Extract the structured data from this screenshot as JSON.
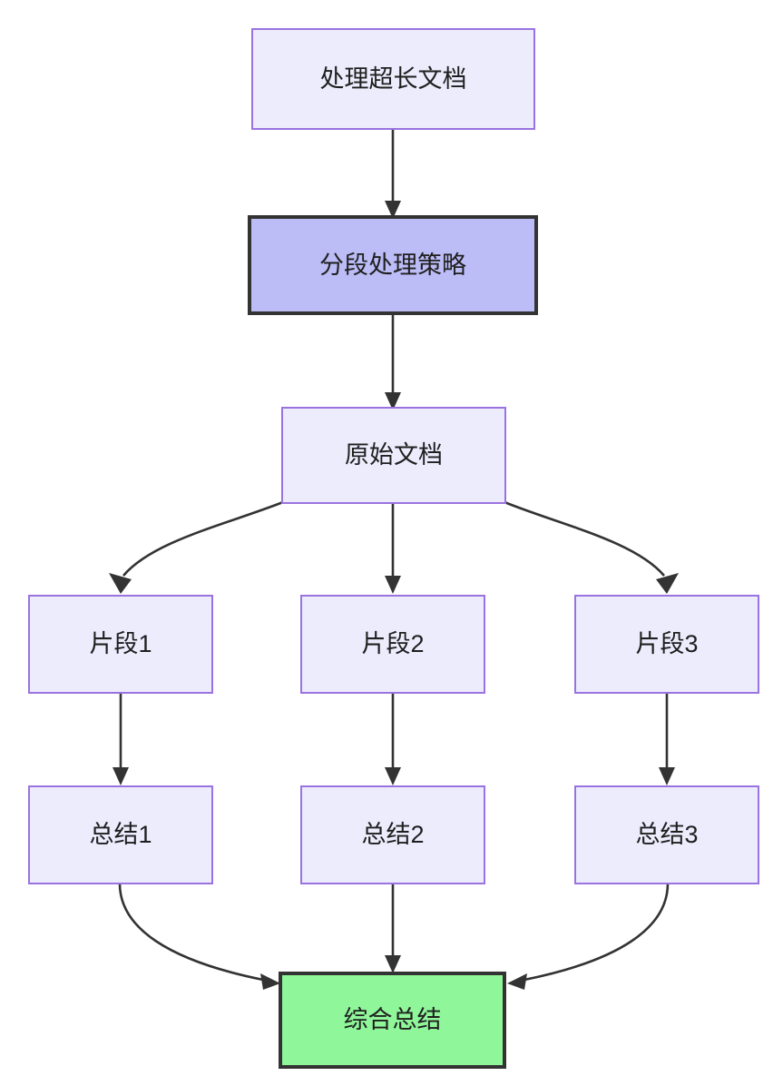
{
  "diagram": {
    "type": "flowchart",
    "direction": "top-to-bottom",
    "background_color": "#ffffff",
    "edge_color": "#333333",
    "nodes": [
      {
        "id": "long-doc",
        "label": "处理超长文档",
        "style": "default",
        "fill": "#ececfd",
        "border": "#9a73e0"
      },
      {
        "id": "chunk-strategy",
        "label": "分段处理策略",
        "style": "strategy",
        "fill": "#bcbcf7",
        "border": "#333333"
      },
      {
        "id": "source-doc",
        "label": "原始文档",
        "style": "default",
        "fill": "#ececfd",
        "border": "#9a73e0"
      },
      {
        "id": "fragment-1",
        "label": "片段1",
        "style": "default",
        "fill": "#ececfd",
        "border": "#9a73e0"
      },
      {
        "id": "fragment-2",
        "label": "片段2",
        "style": "default",
        "fill": "#ececfd",
        "border": "#9a73e0"
      },
      {
        "id": "fragment-3",
        "label": "片段3",
        "style": "default",
        "fill": "#ececfd",
        "border": "#9a73e0"
      },
      {
        "id": "summary-1",
        "label": "总结1",
        "style": "default",
        "fill": "#ececfd",
        "border": "#9a73e0"
      },
      {
        "id": "summary-2",
        "label": "总结2",
        "style": "default",
        "fill": "#ececfd",
        "border": "#9a73e0"
      },
      {
        "id": "summary-3",
        "label": "总结3",
        "style": "default",
        "fill": "#ececfd",
        "border": "#9a73e0"
      },
      {
        "id": "final-summary",
        "label": "综合总结",
        "style": "final",
        "fill": "#8ff79a",
        "border": "#333333"
      }
    ],
    "edges": [
      {
        "from": "long-doc",
        "to": "chunk-strategy",
        "shape": "straight"
      },
      {
        "from": "chunk-strategy",
        "to": "source-doc",
        "shape": "straight"
      },
      {
        "from": "source-doc",
        "to": "fragment-1",
        "shape": "curved"
      },
      {
        "from": "source-doc",
        "to": "fragment-2",
        "shape": "straight"
      },
      {
        "from": "source-doc",
        "to": "fragment-3",
        "shape": "curved"
      },
      {
        "from": "fragment-1",
        "to": "summary-1",
        "shape": "straight"
      },
      {
        "from": "fragment-2",
        "to": "summary-2",
        "shape": "straight"
      },
      {
        "from": "fragment-3",
        "to": "summary-3",
        "shape": "straight"
      },
      {
        "from": "summary-1",
        "to": "final-summary",
        "shape": "curved"
      },
      {
        "from": "summary-2",
        "to": "final-summary",
        "shape": "straight"
      },
      {
        "from": "summary-3",
        "to": "final-summary",
        "shape": "curved"
      }
    ]
  }
}
